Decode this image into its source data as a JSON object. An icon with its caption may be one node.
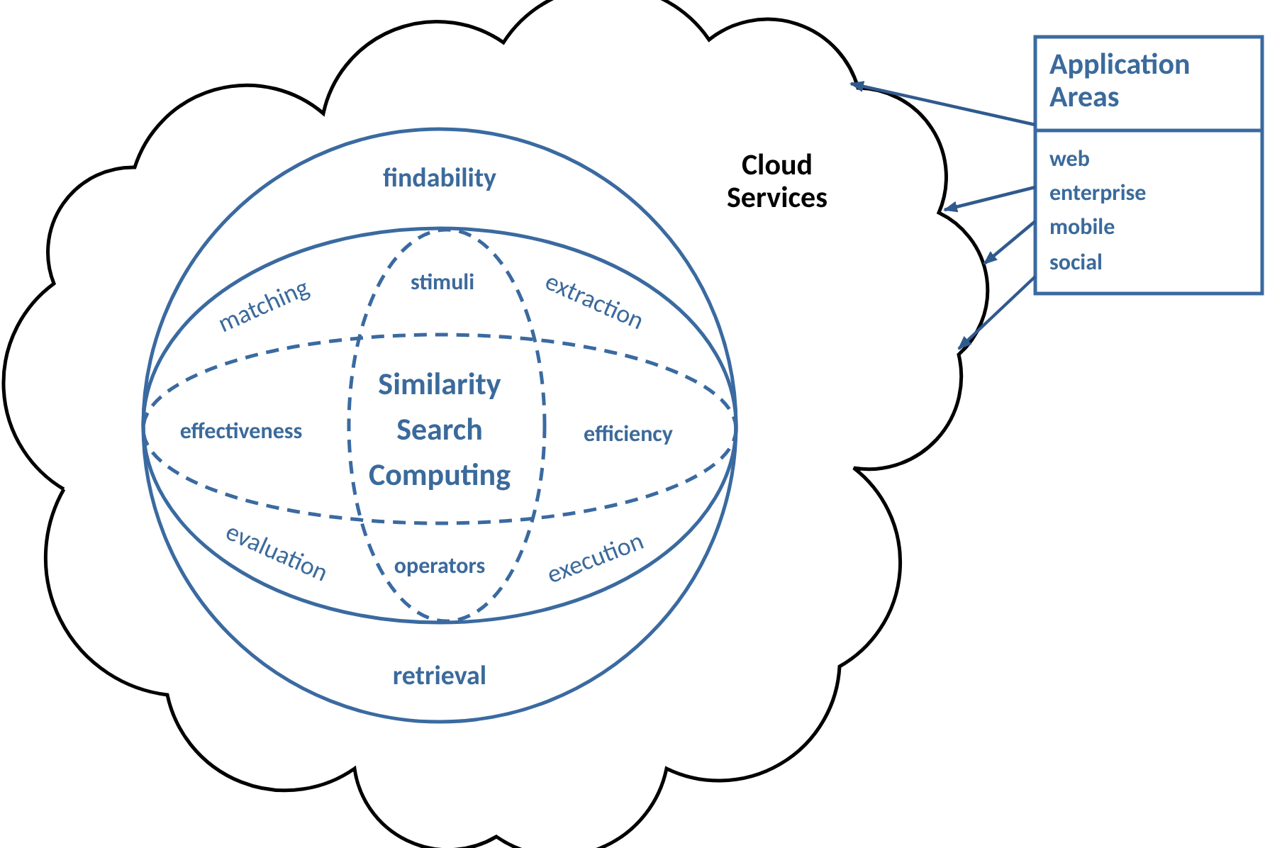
{
  "diagram": {
    "nodes": [
      {
        "text": [
          "Cloud Services"
        ]
      },
      {
        "text": [
          "findability",
          "retrieval"
        ],
        "in": 0
      },
      {
        "text": [
          "matching",
          "extraction",
          "evaluation",
          "execution"
        ],
        "in": 1
      },
      {
        "text": [
          "effectiveness",
          "efficiency"
        ],
        "in": 2
      },
      {
        "text": [
          "stimuli",
          "operators"
        ],
        "in": 2
      },
      {
        "text": [
          "Application Areas",
          "web",
          "enterprise",
          "mobile",
          "social"
        ]
      }
    ],
    "edges": [
      {
        "from": 5,
        "to": 0,
        "arrow": "to"
      },
      {
        "from": 5,
        "to": 0,
        "arrow": "to"
      },
      {
        "from": 5,
        "to": 0,
        "arrow": "to"
      },
      {
        "from": 5,
        "to": 0,
        "arrow": "to"
      }
    ],
    "labels": [
      "Similarity Search Computing"
    ]
  }
}
